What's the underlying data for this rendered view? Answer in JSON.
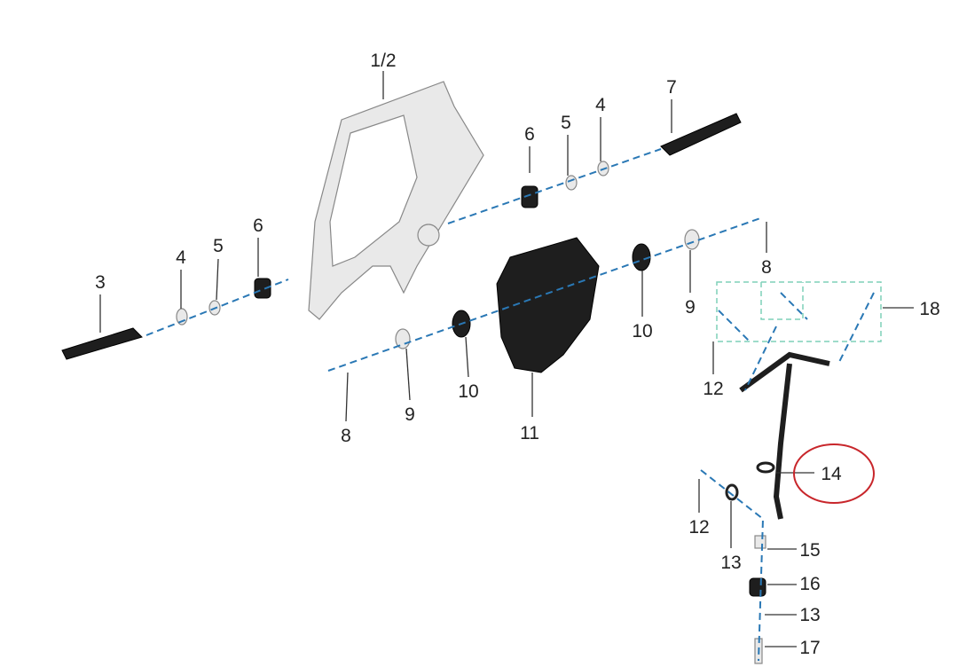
{
  "callouts": {
    "c1_2": "1/2",
    "c7": "7",
    "c6_top": "6",
    "c5_top": "5",
    "c4_top": "4",
    "c6_left": "6",
    "c5_left": "5",
    "c4_left": "4",
    "c3": "3",
    "c8_right": "8",
    "c9_right": "9",
    "c18": "18",
    "c10_right": "10",
    "c12_top": "12",
    "c10_left": "10",
    "c9_left": "9",
    "c8_left": "8",
    "c11": "11",
    "c14": "14",
    "c12_bottom": "12",
    "c13_left": "13",
    "c15": "15",
    "c16": "16",
    "c13_right": "13",
    "c17": "17"
  },
  "highlight": {
    "part": "14",
    "color": "#c8262b"
  },
  "colors": {
    "axis_line": "#2a78b5",
    "group_box": "#7fd0b8"
  }
}
